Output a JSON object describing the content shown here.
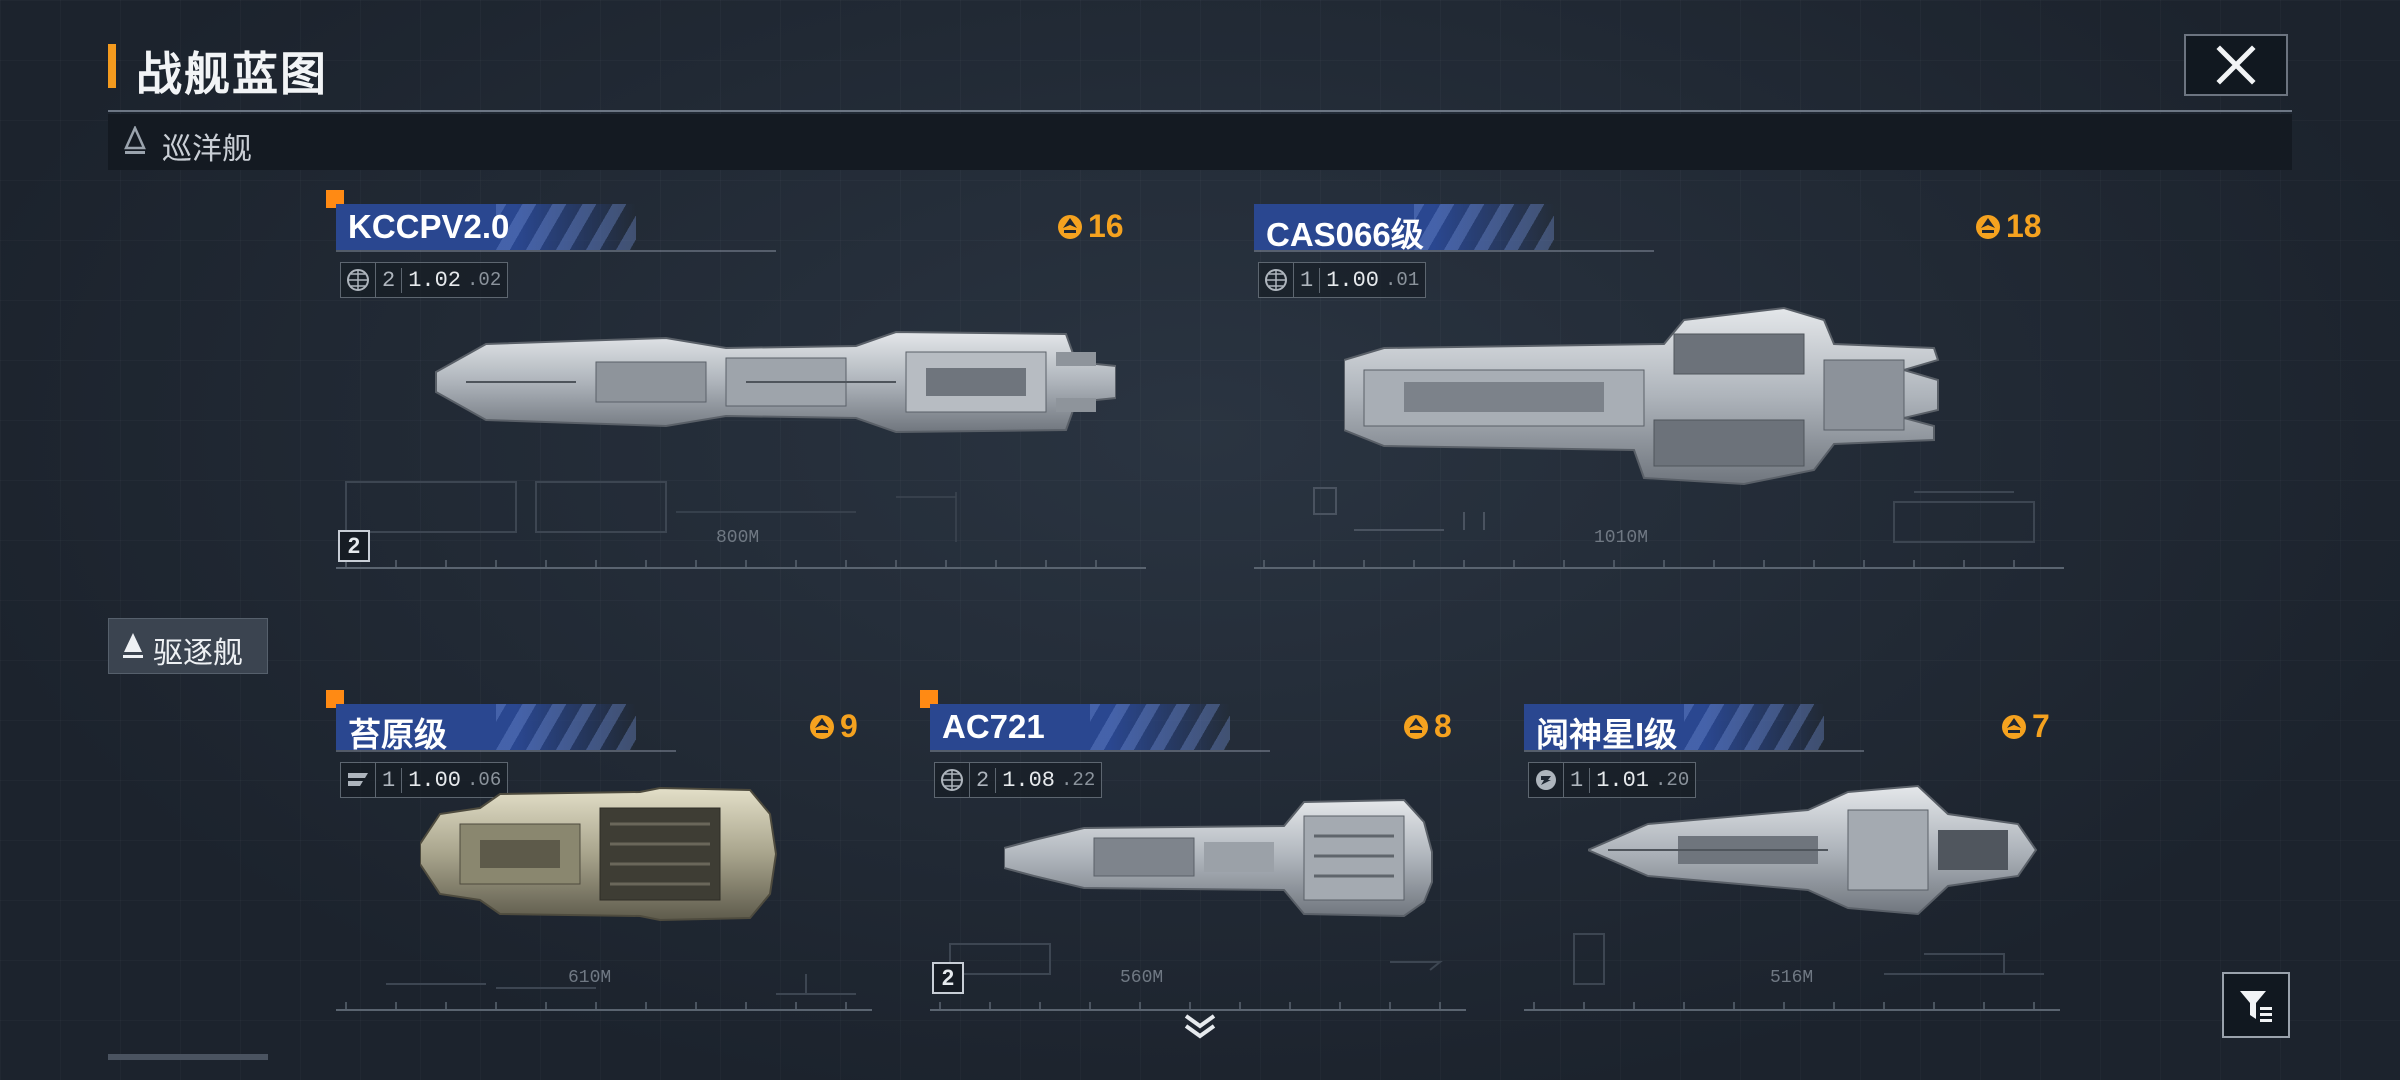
{
  "header": {
    "title": "战舰蓝图"
  },
  "sections": {
    "cruiser": {
      "label": "巡洋舰"
    },
    "destroyer": {
      "label": "驱逐舰"
    }
  },
  "cards": [
    {
      "name": "KCCPV2.0",
      "cost": "16",
      "count": "2",
      "version": "1.02",
      "version_sub": ".02",
      "length": "800M",
      "tier": "2",
      "faction": "globe",
      "new": true
    },
    {
      "name": "CAS066级",
      "cost": "18",
      "count": "1",
      "version": "1.00",
      "version_sub": ".01",
      "length": "1010M",
      "tier": "",
      "faction": "globe",
      "new": false
    },
    {
      "name": "苔原级",
      "cost": "9",
      "count": "1",
      "version": "1.00",
      "version_sub": ".06",
      "length": "610M",
      "tier": "",
      "faction": "stripe",
      "new": true
    },
    {
      "name": "AC721",
      "cost": "8",
      "count": "2",
      "version": "1.08",
      "version_sub": ".22",
      "length": "560M",
      "tier": "2",
      "faction": "globe",
      "new": true
    },
    {
      "name": "阋神星I级",
      "cost": "7",
      "count": "1",
      "version": "1.01",
      "version_sub": ".20",
      "length": "516M",
      "tier": "",
      "faction": "emblem",
      "new": false
    }
  ],
  "colors": {
    "accent": "#f39a1e",
    "cost": "#f5a21f",
    "name_plate": "#2a4790",
    "new_marker": "#ff8a14"
  },
  "icons": {
    "close": "close-icon",
    "filter": "filter-icon",
    "scroll": "chevron-double-down-icon",
    "cost": "cost-emblem-icon"
  }
}
